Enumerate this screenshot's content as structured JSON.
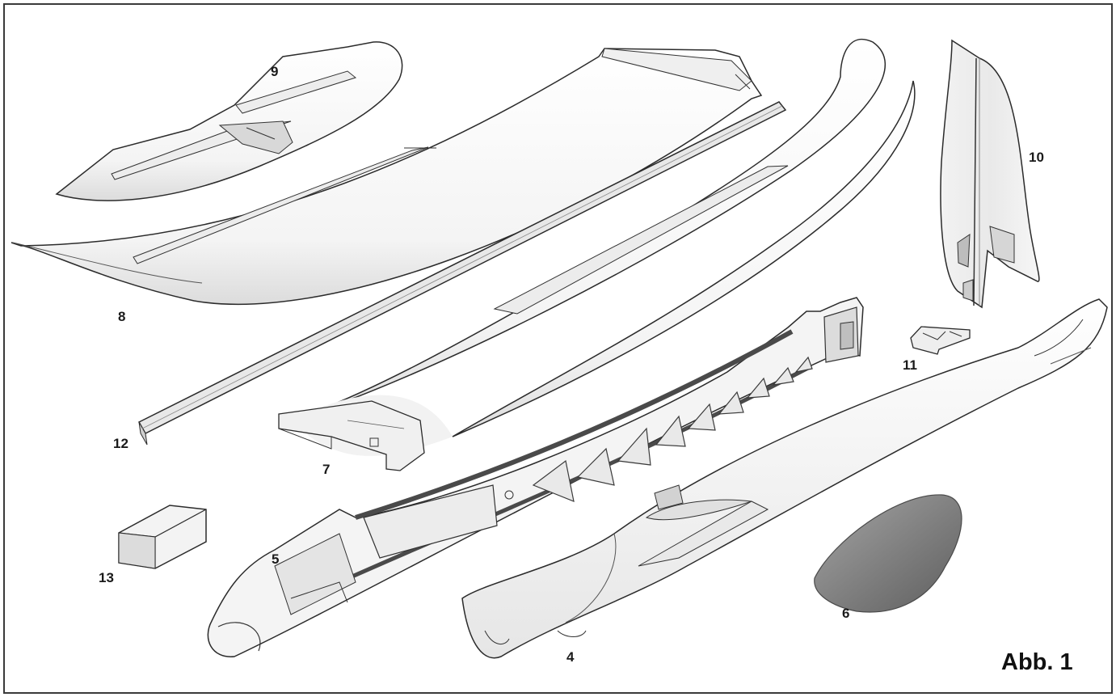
{
  "figure_label": "Abb. 1",
  "parts": [
    {
      "id": "p4",
      "number": "4",
      "icon": "fuselage-lower-shell-icon"
    },
    {
      "id": "p5",
      "number": "5",
      "icon": "fuselage-frame-icon"
    },
    {
      "id": "p6",
      "number": "6",
      "icon": "canopy-icon"
    },
    {
      "id": "p7",
      "number": "7",
      "icon": "right-wing-icon"
    },
    {
      "id": "p8",
      "number": "8",
      "icon": "left-wing-icon"
    },
    {
      "id": "p9",
      "number": "9",
      "icon": "horizontal-stabilizer-icon"
    },
    {
      "id": "p10",
      "number": "10",
      "icon": "vertical-fin-icon"
    },
    {
      "id": "p11",
      "number": "11",
      "icon": "servo-bracket-icon"
    },
    {
      "id": "p12",
      "number": "12",
      "icon": "wing-spar-icon"
    },
    {
      "id": "p13",
      "number": "13",
      "icon": "battery-block-icon"
    }
  ],
  "colors": {
    "outline": "#2b2b2b",
    "part_fill": "#f7f7f7",
    "shade": "#e2e2e2",
    "canopy": "#7d7d7d",
    "frame": "#4a4a4a"
  }
}
